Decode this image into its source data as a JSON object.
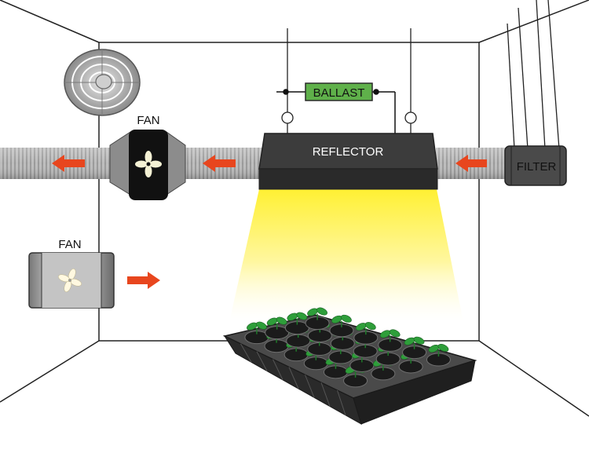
{
  "labels": {
    "ballast": "BALLAST",
    "reflector": "REFLECTOR",
    "fan_inline": "FAN",
    "fan_box": "FAN",
    "filter": "FILTER"
  },
  "icons": {
    "oscillating_fan": "oscillating-fan-icon",
    "inline_fan": "fan-icon",
    "box_fan": "fan-icon",
    "airflow_arrow": "arrow-left-icon",
    "intake_arrow": "arrow-right-icon",
    "plant_tray": "seedling-tray-icon"
  },
  "colors": {
    "ballast": "#5fb04a",
    "reflector": "#3c3c3c",
    "light": "#ffe94a",
    "duct": "#b9b9b9",
    "arrow": "#e8461e",
    "leaf": "#2e9e3a",
    "tray": "#2d2d2d",
    "filter": "#4a4a4a",
    "fan_body": "#111111"
  },
  "tray": {
    "rows": 4,
    "cols": 6
  }
}
